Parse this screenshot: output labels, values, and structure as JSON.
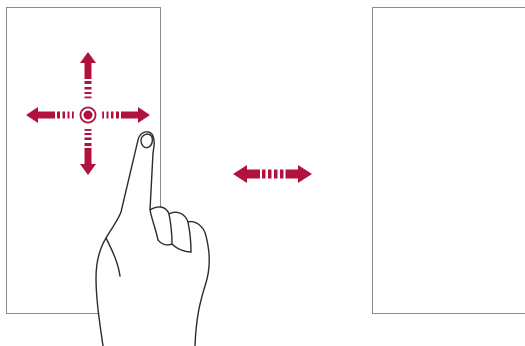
{
  "illustration": {
    "accent_color": "#b0113f",
    "outline_color": "#8c8c8c",
    "hand_stroke_color": "#2b2b2b",
    "background_color": "#ffffff",
    "icons": [
      "phone-screen-outline",
      "four-way-drag-arrows",
      "touch-point",
      "finger-hand",
      "horizontal-swap-arrow"
    ]
  }
}
